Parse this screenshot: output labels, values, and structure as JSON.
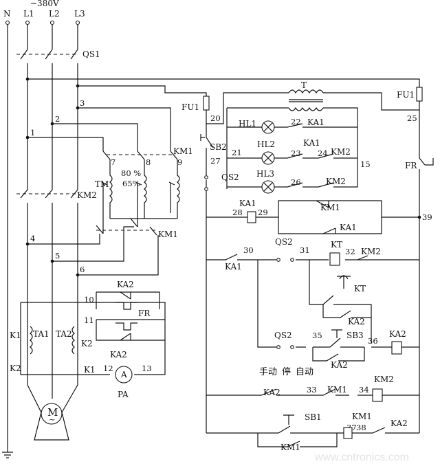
{
  "supply": {
    "voltage": "~380V",
    "neutral": "N",
    "phases": [
      "L1",
      "L2",
      "L3"
    ]
  },
  "components": {
    "qs1": "QS1",
    "fu1_left": "FU1",
    "fu1_right": "FU1",
    "transformer": "T",
    "sb2": "SB2",
    "qs2_top": "QS2",
    "qs2_mid": "QS2",
    "qs2_low": "QS2",
    "hl1": "HL1",
    "hl2": "HL2",
    "hl3": "HL3",
    "ka1_1": "KA1",
    "ka1_2": "KA1",
    "ka1_3": "KA1",
    "ka1_4": "KA1",
    "ka1_5": "KA1",
    "km2_1": "KM2",
    "km2_2": "KM2",
    "km2_3": "KM2",
    "km2_4": "KM2",
    "km2_5": "KM2",
    "km1_1": "KM1",
    "km1_2": "KM1",
    "km1_3": "KM1",
    "km1_4": "KM1",
    "km1_5": "KM1",
    "km1_6": "KM1",
    "ka2_1": "KA2",
    "ka2_2": "KA2",
    "ka2_3": "KA2",
    "ka2_4": "KA2",
    "ka2_5": "KA2",
    "ka2_6": "KA2",
    "ka2_7": "KA2",
    "kt_1": "KT",
    "kt_2": "KT",
    "fr_1": "FR",
    "fr_2": "FR",
    "tm": "TM",
    "tap_80": "80 %",
    "tap_65": "65%",
    "ta1": "TA1",
    "ta2": "TA2",
    "k1_1": "K1",
    "k1_2": "K1",
    "k2_1": "K2",
    "k2_2": "K2",
    "pa": "PA",
    "ammeter": "A",
    "motor": "M",
    "motor_sub": "~",
    "sb1": "SB1",
    "sb3": "SB3"
  },
  "nodes": {
    "n1": "1",
    "n2": "2",
    "n3": "3",
    "n4": "4",
    "n5": "5",
    "n6": "6",
    "n7": "7",
    "n8": "8",
    "n9": "9",
    "n10": "10",
    "n11": "11",
    "n12": "12",
    "n13": "13",
    "n15": "15",
    "n20": "20",
    "n21": "21",
    "n22": "22",
    "n23": "23",
    "n24": "24",
    "n25": "25",
    "n26": "26",
    "n27": "27",
    "n28": "28",
    "n29": "29",
    "n30": "30",
    "n31": "31",
    "n32": "32",
    "n33": "33",
    "n34": "34",
    "n35": "35",
    "n36": "36",
    "n37": "37",
    "n38": "38",
    "n39": "39"
  },
  "mode_labels": {
    "manual": "手动",
    "stop": "停",
    "auto": "自动"
  },
  "watermark": "www.cntronics.com"
}
